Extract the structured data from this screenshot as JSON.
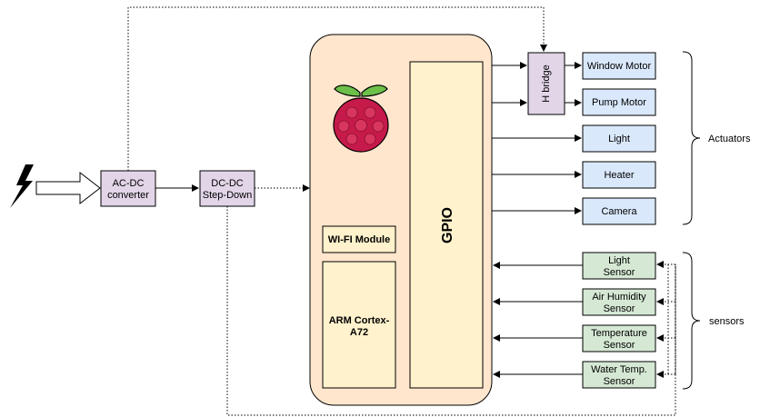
{
  "colors": {
    "board_fill": "#ffe6cc",
    "module_fill": "#fff2cc",
    "converter_fill": "#e1d5e7",
    "actuator_fill": "#dae8fc",
    "sensor_fill": "#d5e8d4",
    "raspberry_red": "#c51a4a",
    "leaf_green": "#6cc04a"
  },
  "icons": {
    "power": "lightning-bolt-icon",
    "board_logo": "raspberry-pi-logo-icon"
  },
  "power": {
    "acdc": [
      "AC-DC",
      "converter"
    ],
    "dcdc": [
      "DC-DC",
      "Step-Down"
    ]
  },
  "board": {
    "wifi": "WI-FI Module",
    "cpu": [
      "ARM Cortex-",
      "A72"
    ],
    "gpio": "GPIO"
  },
  "hbridge": "H bridge",
  "actuators": {
    "group_label": "Actuators",
    "items": [
      {
        "label": [
          "Window Motor"
        ]
      },
      {
        "label": [
          "Pump Motor"
        ]
      },
      {
        "label": [
          "Light"
        ]
      },
      {
        "label": [
          "Heater"
        ]
      },
      {
        "label": [
          "Camera"
        ]
      }
    ]
  },
  "sensors": {
    "group_label": "sensors",
    "items": [
      {
        "label": [
          "Light",
          "Sensor"
        ]
      },
      {
        "label": [
          "Air Humidity",
          "Sensor"
        ]
      },
      {
        "label": [
          "Temperature",
          "Sensor"
        ]
      },
      {
        "label": [
          "Water Temp.",
          "Sensor"
        ]
      }
    ]
  }
}
